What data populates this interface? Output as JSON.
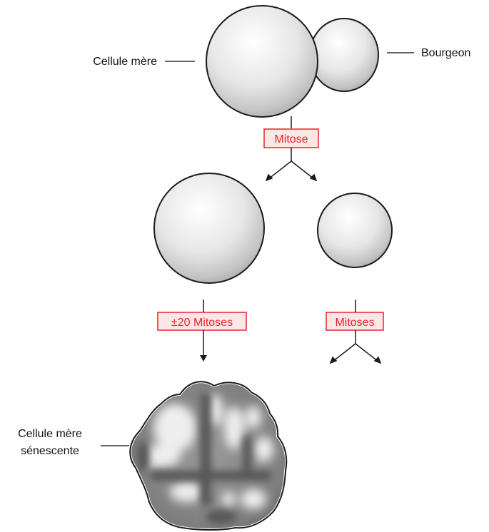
{
  "labels": {
    "mother_cell": "Cellule mère",
    "bud": "Bourgeon",
    "senescent_line1": "Cellule mère",
    "senescent_line2": "sénescente"
  },
  "steps": {
    "mitose": "Mitose",
    "twenty_mitoses": "±20 Mitoses",
    "mitoses": "Mitoses"
  },
  "colors": {
    "tag_text": "#e8242b",
    "tag_border": "#e8242b",
    "tag_fill": "#fde6e6",
    "outline": "#1a1a1a",
    "cell_light": "#ffffff",
    "cell_dark": "#a8a8a8"
  }
}
